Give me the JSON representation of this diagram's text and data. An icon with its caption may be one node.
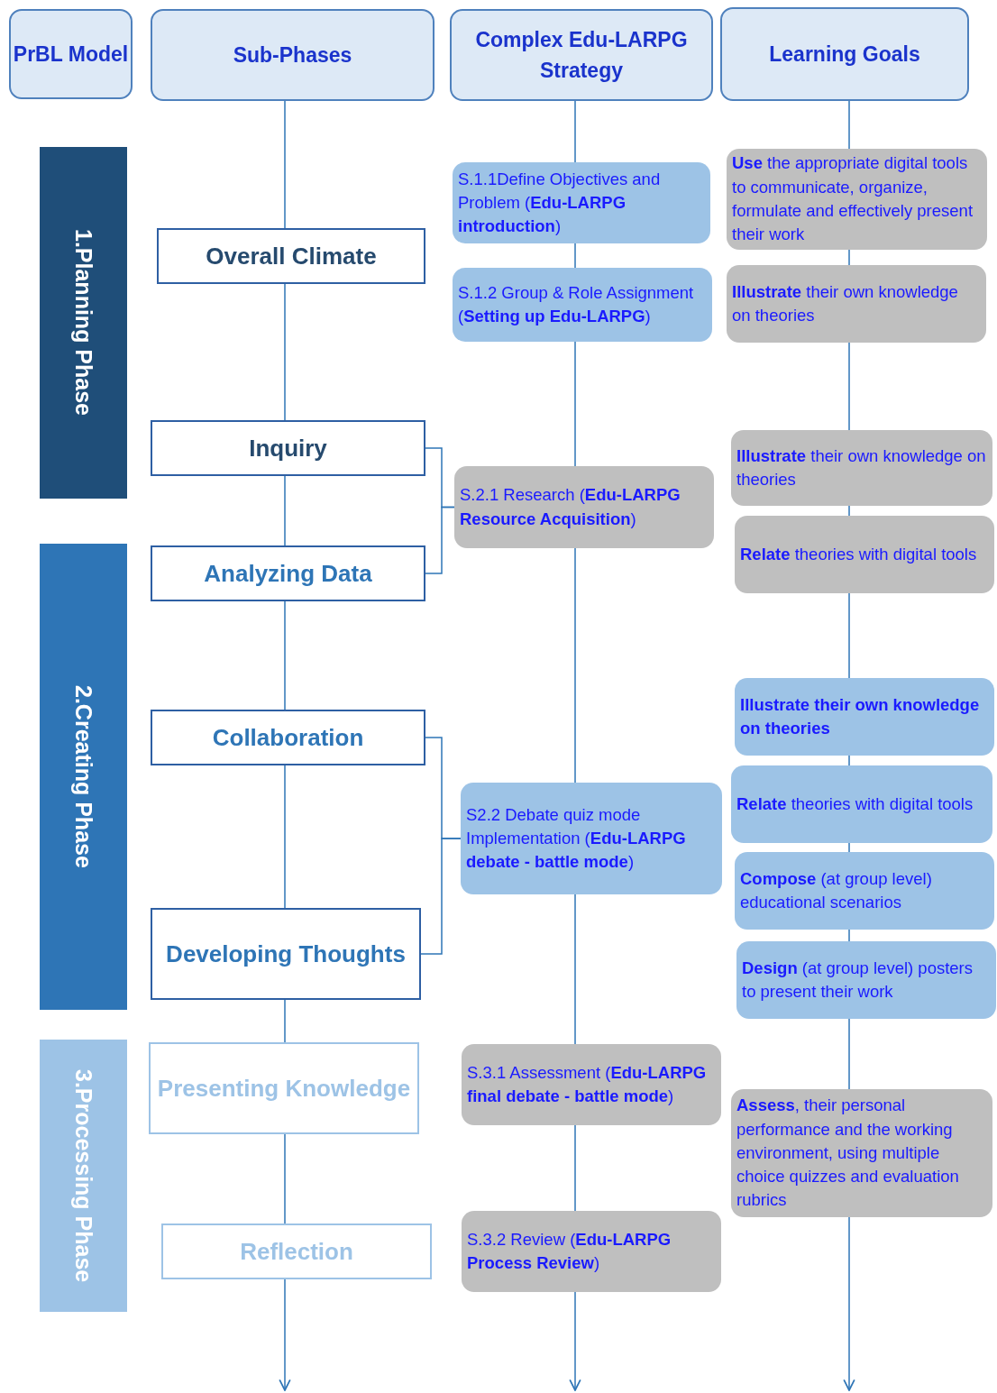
{
  "diagram": {
    "nodes": [
      {
        "text": [
          "PrBL Model"
        ]
      },
      {
        "text": [
          "Sub-Phases"
        ]
      },
      {
        "text": [
          "Complex Edu-LARPG Strategy"
        ]
      },
      {
        "text": [
          "Learning Goals"
        ]
      },
      {
        "text": [
          "1.Planning Phase"
        ]
      },
      {
        "text": [
          "2.Creating Phase"
        ]
      },
      {
        "text": [
          "3.Processing Phase"
        ]
      },
      {
        "text": [
          "Overall Climate"
        ]
      },
      {
        "text": [
          "Inquiry"
        ]
      },
      {
        "text": [
          "Analyzing Data"
        ]
      },
      {
        "text": [
          "Collaboration"
        ]
      },
      {
        "text": [
          "Developing Thoughts"
        ]
      },
      {
        "text": [
          "Presenting Knowledge"
        ]
      },
      {
        "text": [
          "Reflection"
        ]
      },
      {
        "text": [
          "S.1.1Define Objectives and Problem (**Edu-LARPG introduction**)"
        ]
      },
      {
        "text": [
          "S.1.2 Group & Role Assignment (**Setting up Edu-LARPG**)"
        ]
      },
      {
        "text": [
          "S.2.1 Research (**Edu-LARPG Resource Acquisition**)"
        ]
      },
      {
        "text": [
          "S2.2 Debate quiz mode Implementation (**Edu-LARPG debate - battle mode**)"
        ]
      },
      {
        "text": [
          "S.3.1 Assessment (**Edu-LARPG final debate - battle mode**)"
        ]
      },
      {
        "text": [
          "S.3.2 Review (**Edu-LARPG Process Review**)"
        ]
      },
      {
        "text": [
          "**Use** the appropriate digital tools to communicate, organize, formulate and effectively present their work"
        ]
      },
      {
        "text": [
          "**Illustrate** their own knowledge on theories"
        ]
      },
      {
        "text": [
          "**Illustrate** their own knowledge on theories"
        ]
      },
      {
        "text": [
          "**Relate** theories with digital tools"
        ]
      },
      {
        "text": [
          "Illustrate their own knowledge on theories"
        ]
      },
      {
        "text": [
          "**Relate** theories with digital tools"
        ]
      },
      {
        "text": [
          "**Compose** (at group level) educational scenarios"
        ]
      },
      {
        "text": [
          "**Design** (at group level) posters to present their work"
        ]
      },
      {
        "text": [
          "**Assess**, their personal performance and the working environment, using multiple choice quizzes and evaluation rubrics"
        ]
      }
    ],
    "edges": [
      {
        "from": 1,
        "to": 7,
        "arrow": "none"
      },
      {
        "from": 7,
        "to": 8,
        "arrow": "none"
      },
      {
        "from": 8,
        "to": 9,
        "arrow": "none"
      },
      {
        "from": 9,
        "to": 10,
        "arrow": "none"
      },
      {
        "from": 10,
        "to": 11,
        "arrow": "none"
      },
      {
        "from": 11,
        "to": 12,
        "arrow": "none"
      },
      {
        "from": 12,
        "to": 13,
        "arrow": "none"
      },
      {
        "from": 13,
        "to": null,
        "arrow": "to"
      },
      {
        "from": 2,
        "to": 14,
        "arrow": "none"
      },
      {
        "from": 14,
        "to": 15,
        "arrow": "none"
      },
      {
        "from": 15,
        "to": 16,
        "arrow": "none"
      },
      {
        "from": 16,
        "to": 17,
        "arrow": "none"
      },
      {
        "from": 17,
        "to": 18,
        "arrow": "none"
      },
      {
        "from": 18,
        "to": 19,
        "arrow": "none"
      },
      {
        "from": 19,
        "to": null,
        "arrow": "to"
      },
      {
        "from": 3,
        "to": 20,
        "arrow": "none"
      },
      {
        "from": 20,
        "to": 21,
        "arrow": "none"
      },
      {
        "from": 21,
        "to": 22,
        "arrow": "none"
      },
      {
        "from": 22,
        "to": 23,
        "arrow": "none"
      },
      {
        "from": 23,
        "to": 24,
        "arrow": "none"
      },
      {
        "from": 24,
        "to": 25,
        "arrow": "none"
      },
      {
        "from": 25,
        "to": 26,
        "arrow": "none"
      },
      {
        "from": 26,
        "to": 27,
        "arrow": "none"
      },
      {
        "from": 27,
        "to": 28,
        "arrow": "none"
      },
      {
        "from": 28,
        "to": null,
        "arrow": "to"
      },
      {
        "from": 8,
        "to": 16,
        "arrow": "none"
      },
      {
        "from": 9,
        "to": 16,
        "arrow": "none"
      },
      {
        "from": 10,
        "to": 17,
        "arrow": "none"
      },
      {
        "from": 11,
        "to": 17,
        "arrow": "none"
      }
    ]
  }
}
